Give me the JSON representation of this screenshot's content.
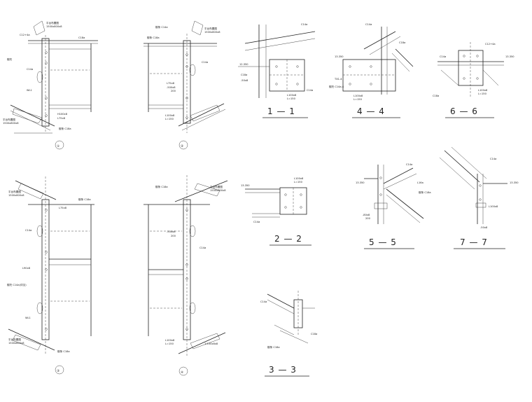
{
  "sheet": {
    "elevations": [
      {
        "id": "elev-a",
        "circle_label": "①",
        "notes": [
          "平台布置图",
          "1500x800x8",
          "C12+4a",
          "C18a",
          "檩托",
          "C14a",
          "WL1",
          "H100x8",
          "L75x8",
          "平台布置图",
          "1500x800x8",
          "檩条 C18a"
        ]
      },
      {
        "id": "elev-b",
        "circle_label": "②",
        "notes": [
          "檩条 C14a",
          "檩条 C18a",
          "L75x8",
          "-500x8",
          "200",
          "C14a",
          "平台布置图",
          "1500x800x8",
          "L100x8",
          "L=150"
        ]
      },
      {
        "id": "elev-c",
        "circle_label": "③",
        "notes": [
          "平台布置图",
          "1500x800x8",
          "檩条 C18a",
          "L75x8",
          "C14a",
          "L90x8",
          "檩托 C14a(详见)",
          "WL1",
          "平台布置图",
          "1500x800x8",
          "檩条 C18a"
        ]
      },
      {
        "id": "elev-d",
        "circle_label": "④",
        "notes": [
          "檩条 C18a",
          "平台布置图",
          "1500x800x8",
          "C14a",
          "-500x8",
          "200",
          "L100x8",
          "L=150",
          "1:100x8x8"
        ]
      }
    ],
    "sections": [
      {
        "id": "sec-1",
        "label": "1 — 1",
        "notes": [
          "12.350",
          "C14a",
          "C18a",
          "L100x8",
          "L=150",
          "C14a",
          "-50x8"
        ]
      },
      {
        "id": "sec-2",
        "label": "2 — 2",
        "notes": [
          "13.350",
          "L100x8",
          "L=150",
          "C14a"
        ]
      },
      {
        "id": "sec-3",
        "label": "3 — 3",
        "notes": [
          "C14a",
          "C18a",
          "檩条 C18a"
        ]
      },
      {
        "id": "sec-4",
        "label": "4 — 4",
        "notes": [
          "C14a",
          "C18a",
          "13.350",
          "TX1-4",
          "L100x8",
          "L=150",
          "檩托 C14a-4"
        ]
      },
      {
        "id": "sec-5",
        "label": "5 — 5",
        "notes": [
          "13.350",
          "C14a",
          "L16a",
          "檩条 C18a",
          "-80x8",
          "200"
        ]
      },
      {
        "id": "sec-6",
        "label": "6 — 6",
        "notes": [
          "C12+4a",
          "C14a",
          "C18a",
          "L100x8",
          "L=150",
          "13.350"
        ]
      },
      {
        "id": "sec-7",
        "label": "7 — 7",
        "notes": [
          "C14a",
          "13.350",
          "L100x8",
          "-50x8"
        ]
      }
    ],
    "line_color": "#222222",
    "background": "#ffffff"
  }
}
